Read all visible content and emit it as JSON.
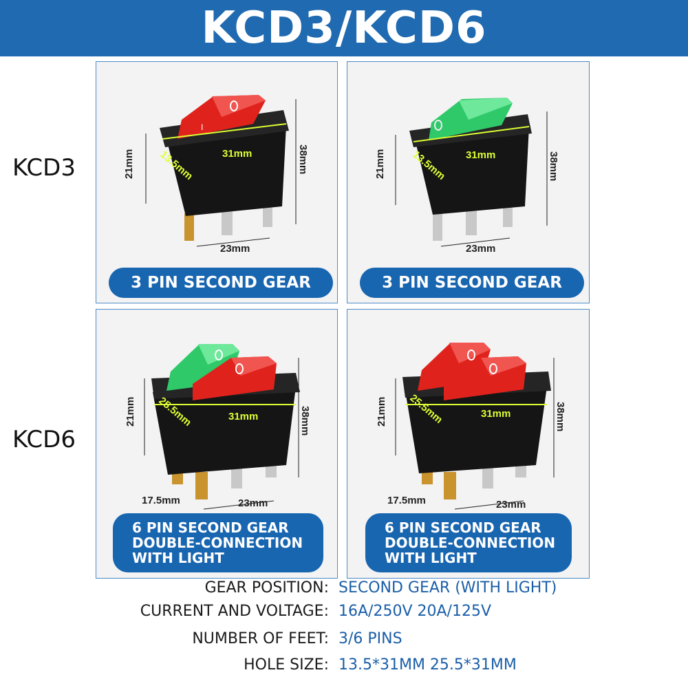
{
  "header": {
    "title": "KCD3/KCD6",
    "color": "#1f6ab0"
  },
  "rows": {
    "kcd3_label": "KCD3",
    "kcd6_label": "KCD6"
  },
  "panels": [
    {
      "id": "p1",
      "rocker_colors": [
        "#e0221c"
      ],
      "width_label": "31mm",
      "depth_label": "13.5mm",
      "height_label": "21mm",
      "total_label": "38mm",
      "pin_label": "23mm",
      "caption": [
        "3 PIN SECOND GEAR"
      ]
    },
    {
      "id": "p2",
      "rocker_colors": [
        "#2fc96a"
      ],
      "width_label": "31mm",
      "depth_label": "13.5mm",
      "height_label": "21mm",
      "total_label": "38mm",
      "pin_label": "23mm",
      "caption": [
        "3 PIN SECOND GEAR"
      ]
    },
    {
      "id": "p3",
      "rocker_colors": [
        "#2fc96a",
        "#e0221c"
      ],
      "width_label": "31mm",
      "depth_label": "25.5mm",
      "height_label": "21mm",
      "total_label": "38mm",
      "pin_label": "23mm",
      "pin2_label": "17.5mm",
      "caption": [
        "6 PIN SECOND GEAR",
        "DOUBLE-CONNECTION",
        "WITH LIGHT"
      ]
    },
    {
      "id": "p4",
      "rocker_colors": [
        "#e0221c",
        "#e0221c"
      ],
      "width_label": "31mm",
      "depth_label": "25.5mm",
      "height_label": "21mm",
      "total_label": "38mm",
      "pin_label": "23mm",
      "pin2_label": "17.5mm",
      "caption": [
        "6 PIN SECOND GEAR",
        "DOUBLE-CONNECTION",
        "WITH LIGHT"
      ]
    }
  ],
  "specs": [
    {
      "key": "GEAR POSITION:",
      "value": "SECOND GEAR (WITH LIGHT)"
    },
    {
      "key": "CURRENT AND VOLTAGE:",
      "value": "16A/250V  20A/125V"
    },
    {
      "key": "NUMBER OF FEET:",
      "value": "3/6 PINS"
    },
    {
      "key": "HOLE SIZE:",
      "value": "13.5*31MM  25.5*31MM"
    }
  ]
}
